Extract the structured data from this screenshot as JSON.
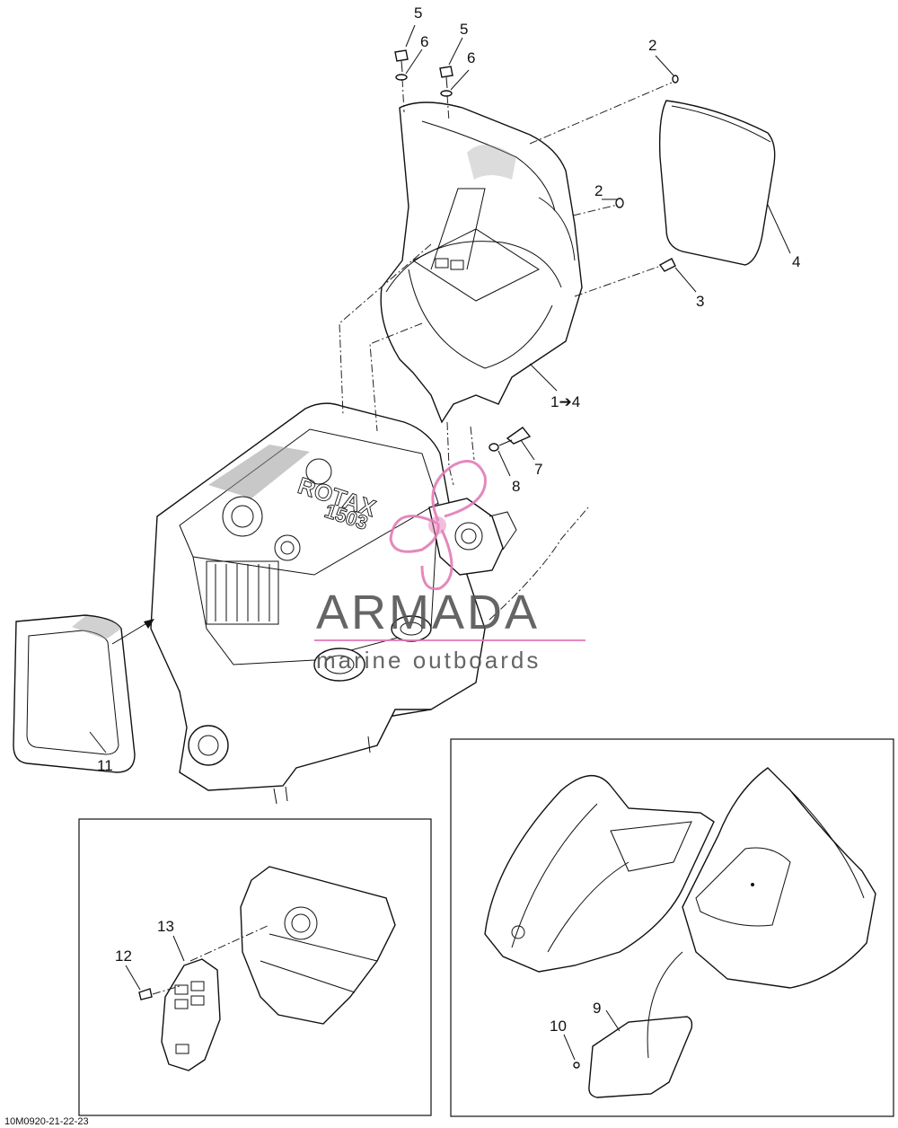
{
  "diagram": {
    "part_code": "10M0920-21-22-23",
    "callouts": {
      "c5a": "5",
      "c6a": "6",
      "c5b": "5",
      "c6b": "6",
      "c2a": "2",
      "c2b": "2",
      "c4": "4",
      "c3": "3",
      "c14": "1➔4",
      "c7": "7",
      "c8": "8",
      "c11": "11",
      "c13": "13",
      "c12": "12",
      "c9": "9",
      "c10": "10"
    },
    "engine_cover_text": {
      "brand": "ROTAX",
      "model": "1503"
    },
    "watermark": {
      "title": "ARMADA",
      "subtitle": "marine outboards",
      "text_color": "#555555",
      "accent_color": "#e27cb6"
    }
  }
}
